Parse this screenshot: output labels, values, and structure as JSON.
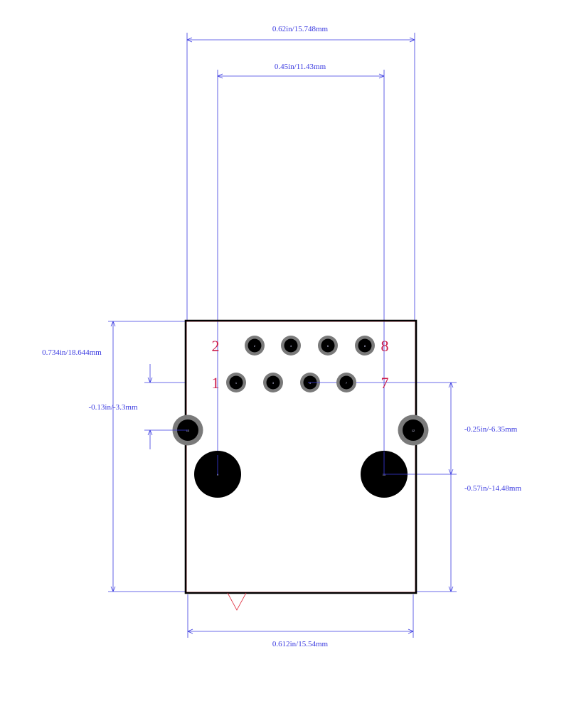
{
  "colors": {
    "dimension": "#3a3ae0",
    "outline": "#000000",
    "keepout": "#e03040",
    "pad_ring": "#7a7a7a",
    "pad_hole": "#000000",
    "pin_label": "#cc1b4a"
  },
  "dimensions": {
    "overall_width": "0.62in/15.748mm",
    "inner_width": "0.45in/11.43mm",
    "height": "0.734in/18.644mm",
    "offset_small": "-0.13in/-3.3mm",
    "offset_y1": "-0.25in/-6.35mm",
    "offset_y2": "-0.57in/-14.48mm",
    "body_width": "0.612in/15.54mm"
  },
  "pin_labels": {
    "top_left": "2",
    "top_right": "8",
    "bottom_left": "1",
    "bottom_right": "7"
  },
  "pads": {
    "row_top": [
      "2",
      "4",
      "6",
      "8"
    ],
    "row_bottom": [
      "1",
      "3",
      "5",
      "7"
    ],
    "shield_left": "13",
    "shield_right": "12",
    "mount_left": "9",
    "mount_right": "10"
  }
}
